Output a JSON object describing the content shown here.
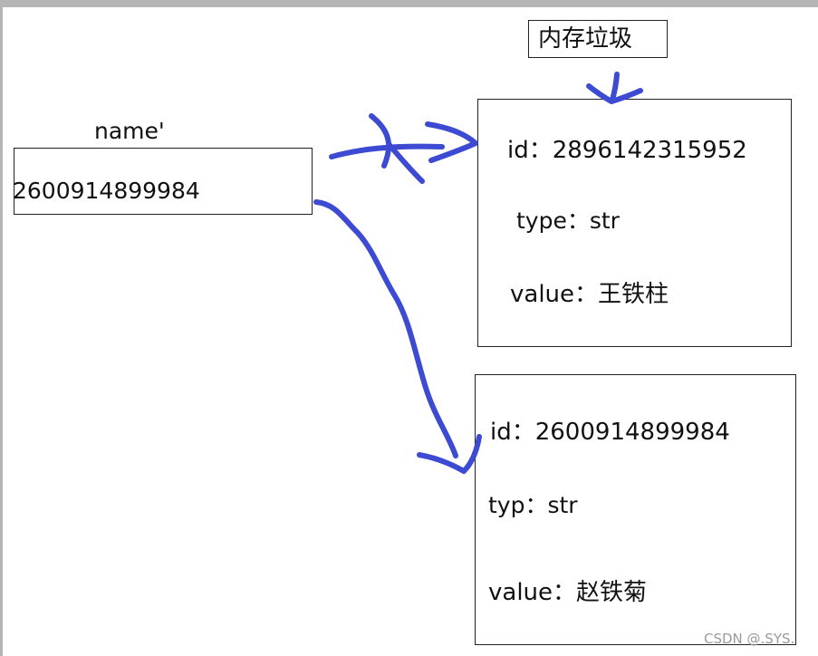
{
  "garbage_label": {
    "text": "内存垃圾"
  },
  "variable": {
    "name_label": "name'",
    "reference_value": "2600914899984"
  },
  "old_object": {
    "id_line": "id：2896142315952",
    "type_line": "type：str",
    "value_line": "value：王铁柱"
  },
  "new_object": {
    "id_line": "id：2600914899984",
    "type_line": "typ：str",
    "value_line": "value：赵铁菊"
  },
  "arrows": {
    "old_reference": {
      "style": "crossed-out",
      "color": "#3d4ad2"
    },
    "new_reference": {
      "style": "curved",
      "color": "#3d4ad2"
    },
    "garbage_pointer": {
      "style": "down",
      "color": "#3d4ad2"
    }
  },
  "watermark": {
    "text": "CSDN @.SYS."
  }
}
